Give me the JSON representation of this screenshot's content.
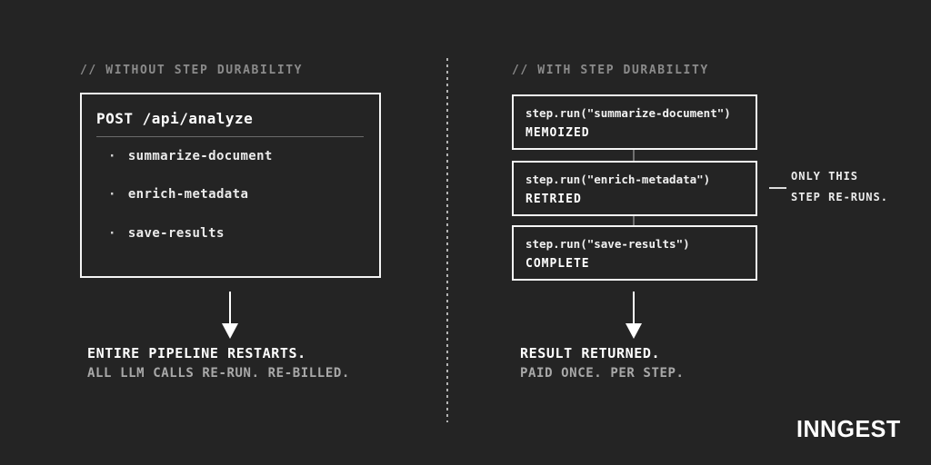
{
  "page": {
    "bg_color": "#242424",
    "text_color": "#ffffff",
    "muted_color": "#a9a9a9",
    "header_color": "#8b8b8b",
    "border_color": "#f5f5f5"
  },
  "left_panel": {
    "header": "// WITHOUT STEP DURABILITY",
    "request_card": {
      "title": "POST /api/analyze",
      "bullet": "·",
      "steps": [
        "summarize-document",
        "enrich-metadata",
        "save-results"
      ]
    },
    "caption": {
      "line1": "ENTIRE PIPELINE RESTARTS.",
      "line2": "ALL LLM CALLS RE-RUN. RE-BILLED."
    }
  },
  "right_panel": {
    "header": "// WITH STEP DURABILITY",
    "step_cards": [
      {
        "code": "step.run(\"summarize-document\")",
        "status": "MEMOIZED"
      },
      {
        "code": "step.run(\"enrich-metadata\")",
        "status": "RETRIED"
      },
      {
        "code": "step.run(\"save-results\")",
        "status": "COMPLETE"
      }
    ],
    "annotation": {
      "line1": "ONLY THIS",
      "line2": "STEP RE-RUNS."
    },
    "caption": {
      "line1": "RESULT RETURNED.",
      "line2": "PAID ONCE. PER STEP."
    }
  },
  "brand": {
    "logo_text": "INNGEST"
  }
}
